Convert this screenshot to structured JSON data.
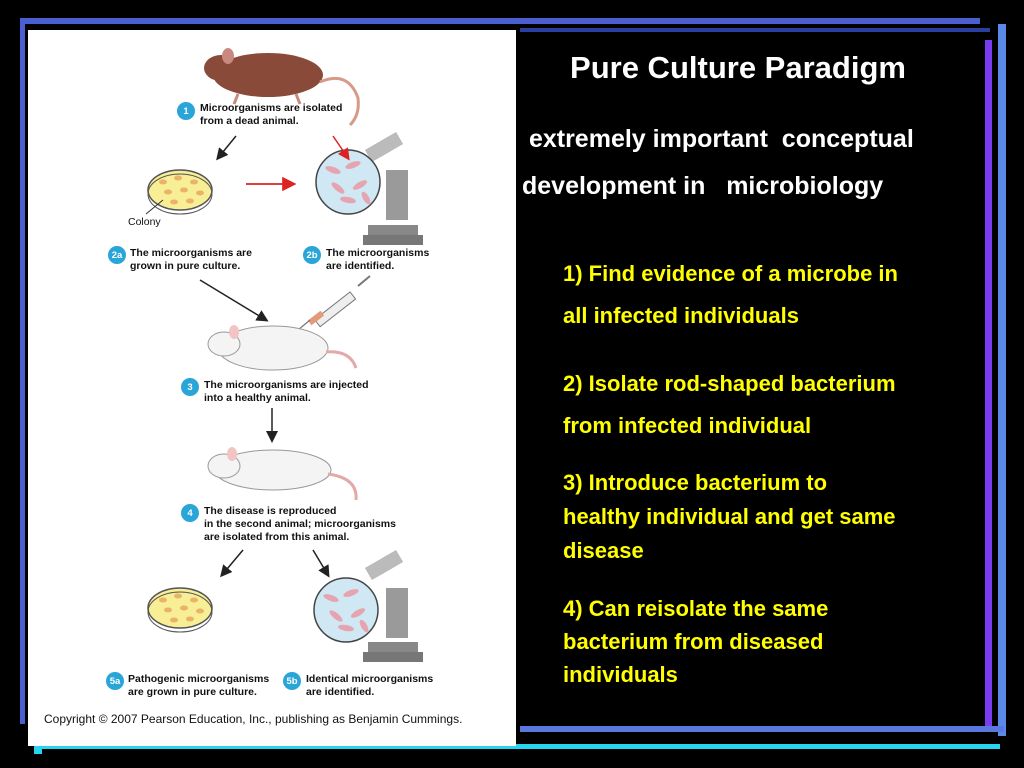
{
  "slide": {
    "title": "Pure Culture Paradigm",
    "subtitle_line1": " extremely important  conceptual",
    "subtitle_line2": "development in   microbiology",
    "points": [
      {
        "line1": "1) Find evidence of a microbe in",
        "line2": "all infected individuals"
      },
      {
        "line1": "2) Isolate rod-shaped bacterium",
        "line2": "from infected individual"
      },
      {
        "line1": "3) Introduce bacterium to",
        "line2": "healthy individual and get same",
        "line3": "disease"
      },
      {
        "line1": "4) Can reisolate the same",
        "line2": "bacterium from diseased",
        "line3": "individuals"
      }
    ]
  },
  "figure": {
    "steps": [
      {
        "num": "1",
        "line1": "Microorganisms are isolated",
        "line2": "from a dead animal."
      },
      {
        "num": "2a",
        "line1": "The microorganisms are",
        "line2": "grown in pure culture."
      },
      {
        "num": "2b",
        "line1": "The microorganisms",
        "line2": "are identified."
      },
      {
        "num": "3",
        "line1": "The microorganisms are injected",
        "line2": "into a healthy animal."
      },
      {
        "num": "4",
        "line1": "The disease is reproduced",
        "line2": "in the second animal; microorganisms",
        "line3": "are isolated from this animal."
      },
      {
        "num": "5a",
        "line1": "Pathogenic microorganisms",
        "line2": "are grown in pure culture."
      },
      {
        "num": "5b",
        "line1": "Identical microorganisms",
        "line2": "are identified."
      }
    ],
    "colony_label": "Colony",
    "copyright": "Copyright © 2007 Pearson Education, Inc., publishing as Benjamin Cummings."
  },
  "colors": {
    "background": "#000000",
    "title": "#ffffff",
    "points": "#ffff00",
    "frame_blue": "#5a78e0",
    "frame_purple": "#7a3cf0",
    "frame_cyan": "#2ad4f0",
    "step_badge": "#2aa5d8"
  }
}
